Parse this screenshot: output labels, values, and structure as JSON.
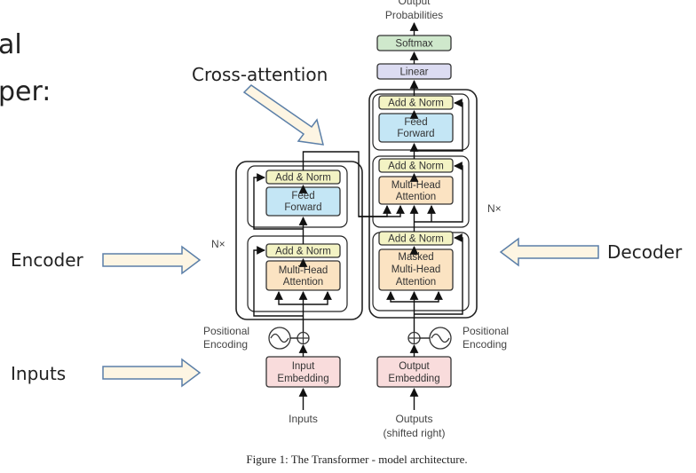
{
  "slide": {
    "cut_off_top": "al",
    "cut_off_bottom": "per:",
    "cross_attention": "Cross-attention",
    "encoder": "Encoder",
    "decoder": "Decoder",
    "inputs": "Inputs"
  },
  "diagram": {
    "output_probabilities": [
      "Output",
      "Probabilities"
    ],
    "softmax": "Softmax",
    "linear": "Linear",
    "add_norm": "Add & Norm",
    "feed_forward": [
      "Feed",
      "Forward"
    ],
    "multi_head_attention": [
      "Multi-Head",
      "Attention"
    ],
    "masked_multi_head_attention": [
      "Masked",
      "Multi-Head",
      "Attention"
    ],
    "nx": "N×",
    "positional_encoding": [
      "Positional",
      "Encoding"
    ],
    "input_embedding": [
      "Input",
      "Embedding"
    ],
    "output_embedding": [
      "Output",
      "Embedding"
    ],
    "inputs": "Inputs",
    "outputs": [
      "Outputs",
      "(shifted right)"
    ]
  },
  "caption": "Figure 1: The Transformer - model architecture.",
  "colors": {
    "add_norm_fill": "#f3f3c4",
    "feed_forward_fill": "#c4e6f5",
    "attention_fill": "#fbe3c2",
    "embedding_fill": "#f9dcdc",
    "softmax_fill": "#cfe8cc",
    "linear_fill": "#dcdcf2",
    "arrow_fill": "#fdf5e3"
  }
}
